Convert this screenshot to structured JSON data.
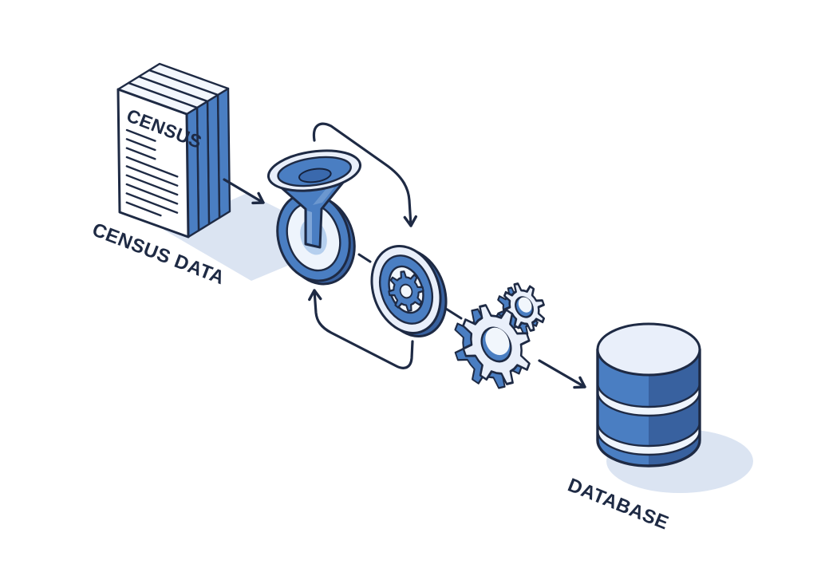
{
  "diagram": {
    "type": "data-pipeline-flow-illustration",
    "labels": {
      "doc_stack_title": "CENSUS",
      "source_label": "CENSUS DATA",
      "target_label": "DATABASE"
    },
    "nodes": [
      {
        "id": "census-documents",
        "label": "CENSUS DATA",
        "title_on_page": "CENSUS",
        "icon": "document-stack-icon"
      },
      {
        "id": "filter-funnel",
        "icon": "funnel-icon"
      },
      {
        "id": "processing-disc",
        "icon": "disc-gear-icon"
      },
      {
        "id": "processing-gears",
        "icon": "gears-icon"
      },
      {
        "id": "database",
        "label": "DATABASE",
        "icon": "database-cylinder-icon"
      }
    ],
    "edges": [
      {
        "from": "census-documents",
        "to": "filter-funnel",
        "style": "straight-arrow"
      },
      {
        "from": "filter-funnel",
        "to": "processing-disc",
        "style": "curved-arrow-clockwise"
      },
      {
        "from": "processing-disc",
        "to": "filter-funnel",
        "style": "curved-feedback-arrow"
      },
      {
        "from": "filter-funnel",
        "to": "processing-disc",
        "style": "short-dash-link"
      },
      {
        "from": "processing-disc",
        "to": "processing-gears",
        "style": "short-dash-link"
      },
      {
        "from": "processing-gears",
        "to": "database",
        "style": "straight-arrow"
      }
    ],
    "colors": {
      "ink": "#1e2a44",
      "blue": "#4a7ec2",
      "blue_dark": "#38619f",
      "blue_mid": "#6b97cf",
      "light": "#e9effa",
      "light_blue": "#b5cfee",
      "page": "#ffffff",
      "shadow": "#dbe4f2"
    }
  }
}
